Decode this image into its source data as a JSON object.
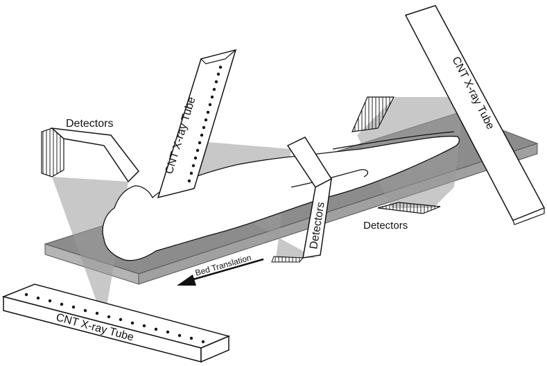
{
  "labels": {
    "detectors_left": "Detectors",
    "detectors_middle": "Detectors",
    "detectors_right": "Detectors",
    "tube_bottom": "CNT X-ray Tube",
    "tube_top_left": "CNT X-ray Tube",
    "tube_top_right": "CNT X-ray Tube",
    "bed_translation": "Bed Translation"
  },
  "colors": {
    "bed_top": "#8c8c8c",
    "bed_edge": "#b4b4b4",
    "beam": "#9a9a9a",
    "outline": "#111111",
    "background": "#ffffff"
  }
}
